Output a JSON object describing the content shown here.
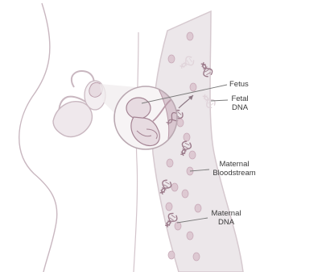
{
  "labels": {
    "fetus": "Fetus",
    "fetal_dna_1": "Fetal",
    "fetal_dna_2": "DNA",
    "maternal_blood_1": "Maternal",
    "maternal_blood_2": "Bloodstream",
    "maternal_dna_1": "Maternal",
    "maternal_dna_2": "DNA"
  },
  "colors": {
    "outline": "#c9b7c0",
    "vessel_fill": "#ece7ea",
    "vessel_stroke": "#d6c9cf",
    "cell_fill": "#ddc9d2",
    "cell_stroke": "#c8aab8",
    "fetus_fill": "#e7dbe1",
    "fetus_stroke": "#a48393",
    "dna_dark": "#9b7a8a",
    "dna_light": "#e0d4da",
    "text": "#3a3a3a",
    "leader": "#7a7a7a"
  }
}
